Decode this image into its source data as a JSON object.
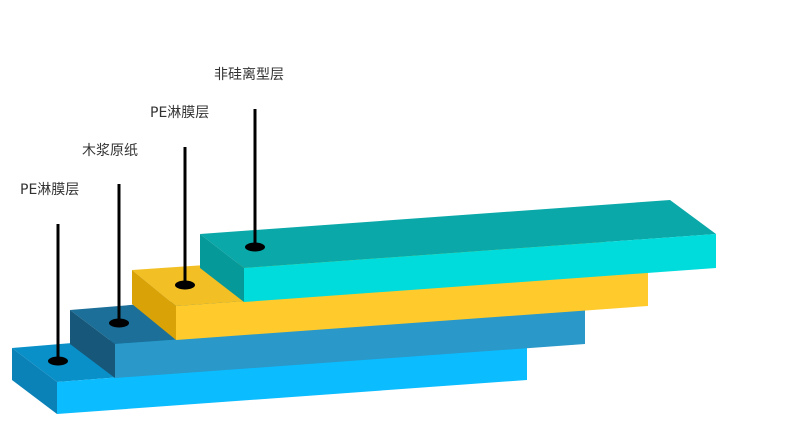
{
  "layers": [
    {
      "name": "PE淋膜层",
      "top": "#0a90c8",
      "front": "#0bbcff",
      "side": "#0a82b8"
    },
    {
      "name": "木浆原纸",
      "top": "#1c6f98",
      "front": "#2a98c8",
      "side": "#16577a"
    },
    {
      "name": "PE淋膜层",
      "top": "#f2c024",
      "front": "#ffca2c",
      "side": "#d9a308"
    },
    {
      "name": "非硅离型层",
      "top": "#0aa8a8",
      "front": "#00dcdc",
      "side": "#06999a"
    }
  ],
  "colors": {
    "label_text": "#333333",
    "pointer": "#000000",
    "right_face": "#e9eef2"
  }
}
